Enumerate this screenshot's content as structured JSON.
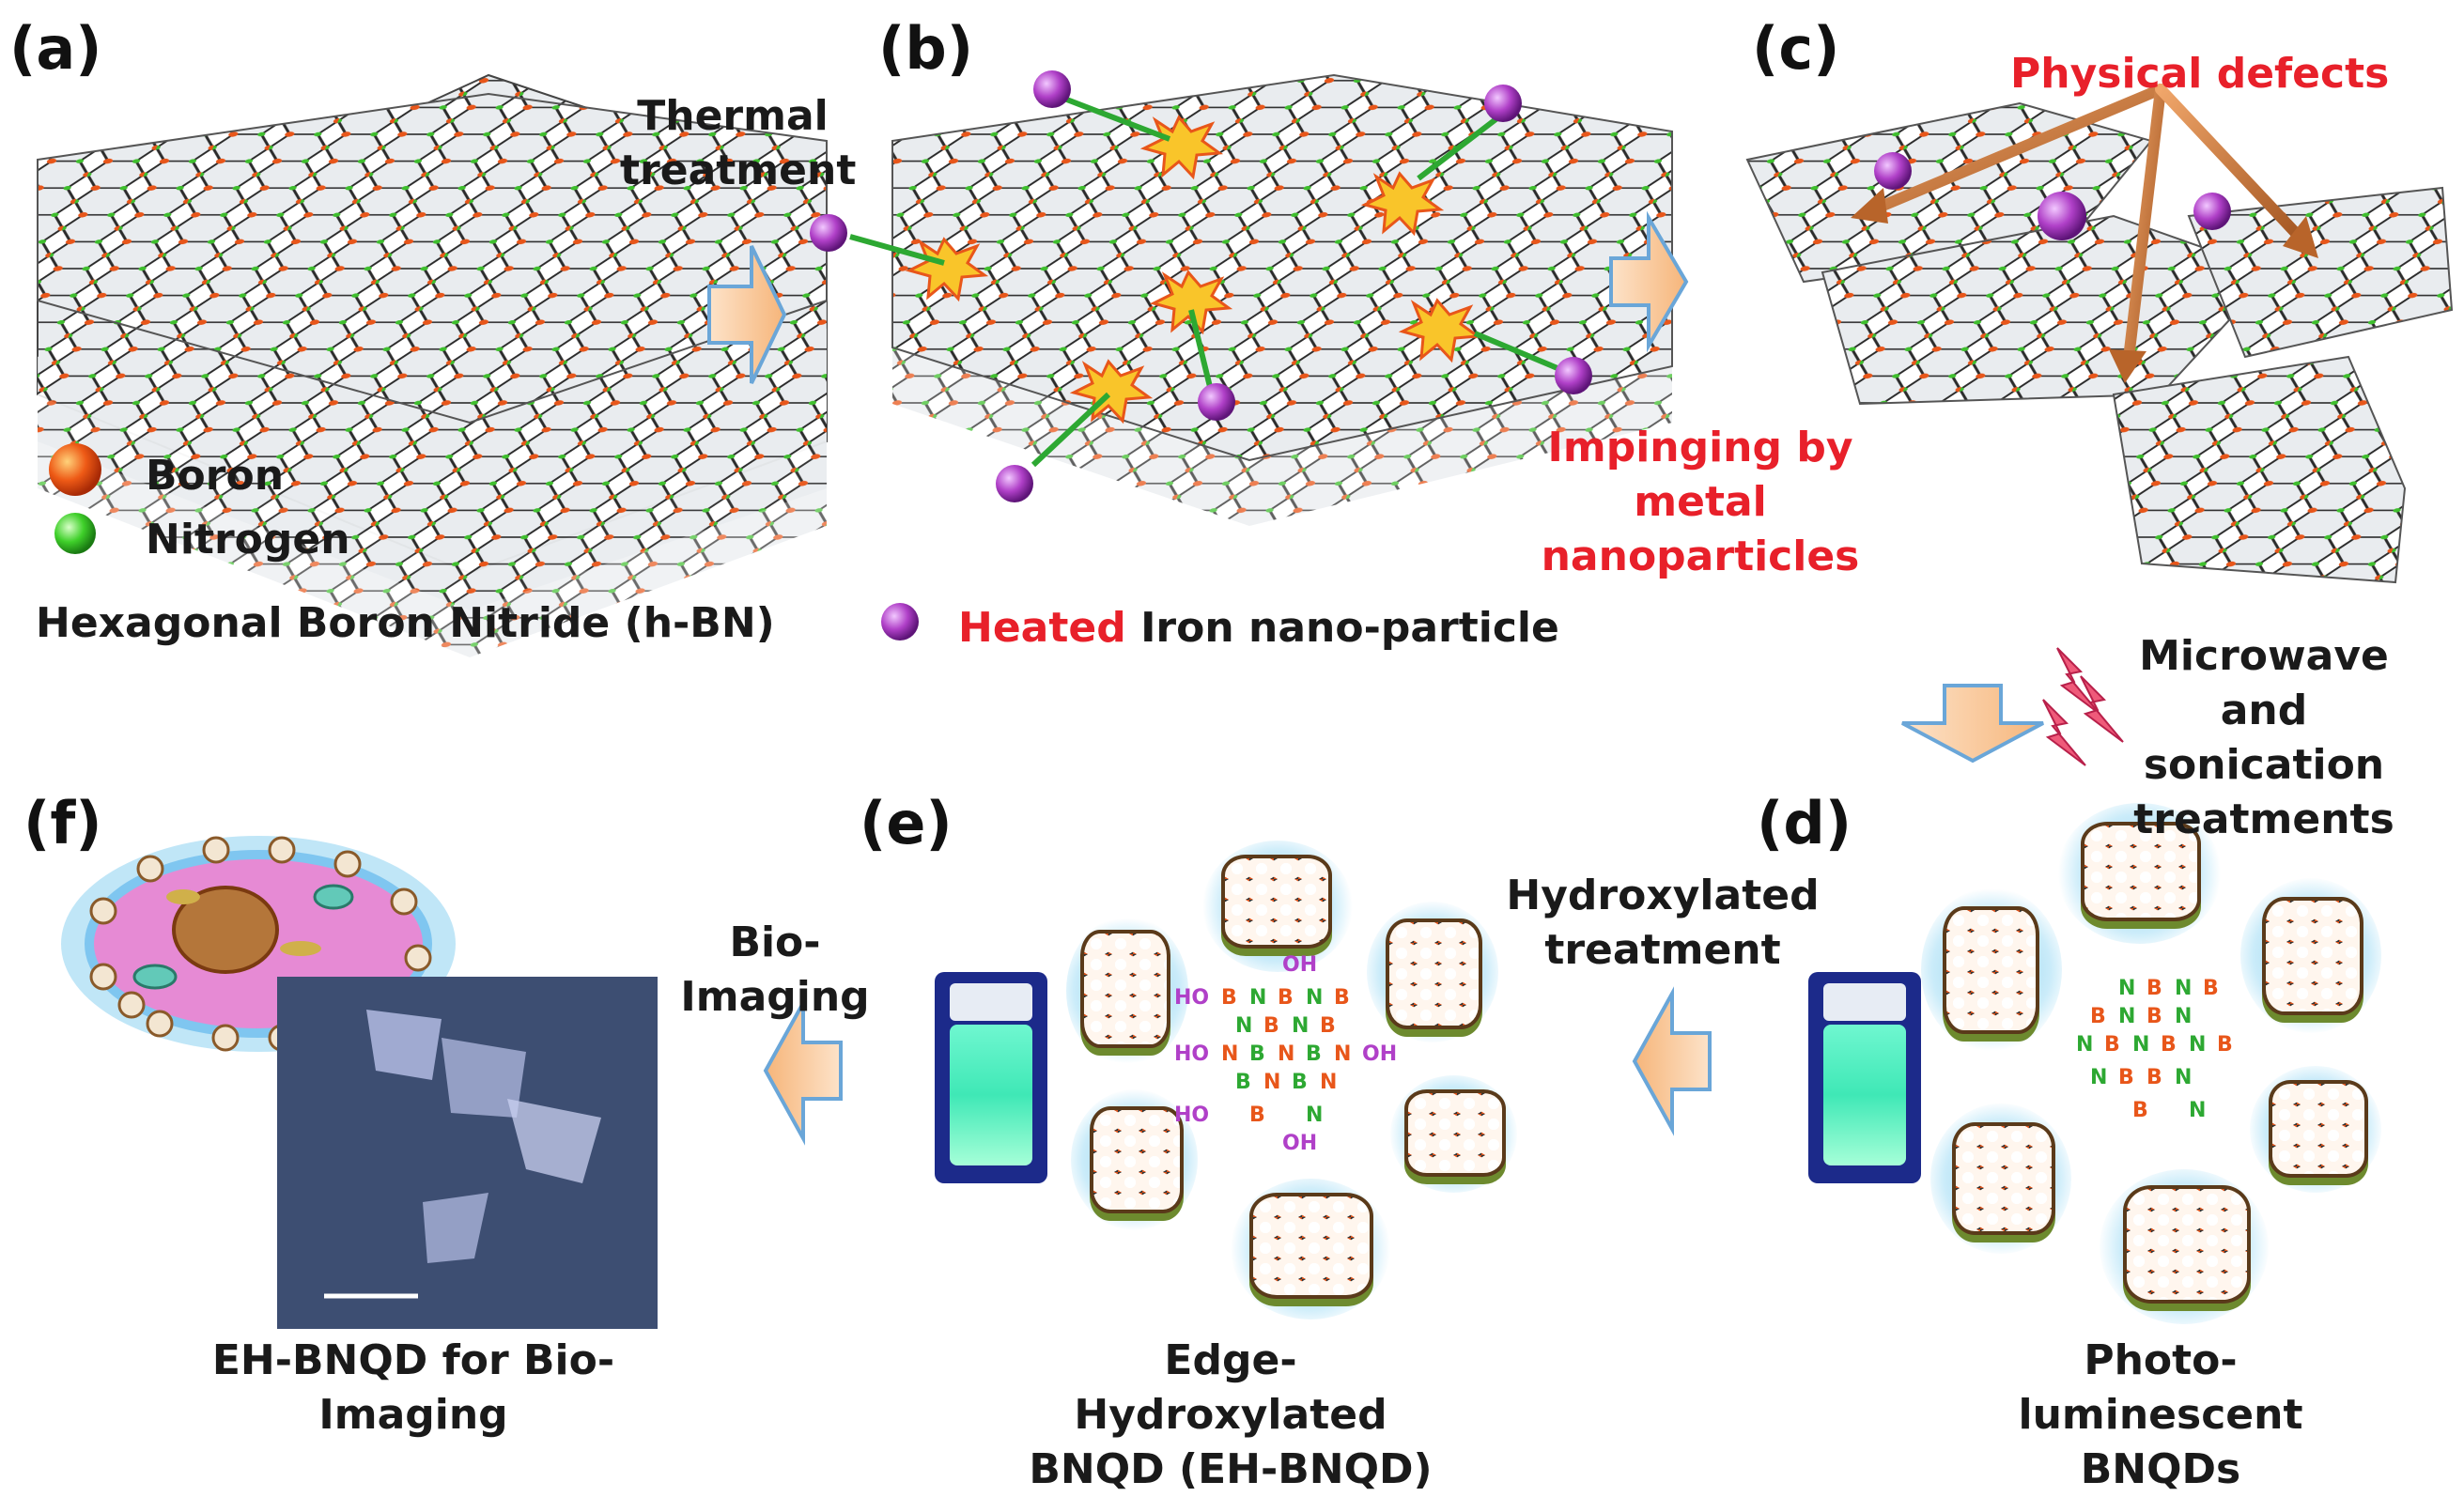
{
  "panels": {
    "a": {
      "label": "(a)",
      "caption": "Hexagonal Boron Nitride (h-BN)",
      "legend_boron": "Boron",
      "legend_nitrogen": "Nitrogen"
    },
    "b": {
      "label": "(b)",
      "legend_heated": "Heated",
      "legend_rest": "Iron nano-particle"
    },
    "c": {
      "label": "(c)",
      "defects": "Physical defects",
      "impinging_line1": "Impinging by metal",
      "impinging_line2": "nanoparticles"
    },
    "d": {
      "label": "(d)",
      "caption_line1": "Photo-luminescent",
      "caption_line2": "BNQDs"
    },
    "e": {
      "label": "(e)",
      "caption_line1": "Edge-Hydroxylated",
      "caption_line2": "BNQD (EH-BNQD)"
    },
    "f": {
      "label": "(f)",
      "caption": "EH-BNQD for Bio-Imaging"
    }
  },
  "arrows": {
    "thermal_line1": "Thermal",
    "thermal_line2": "treatment",
    "microwave_line1": "Microwave and",
    "microwave_line2": "sonication",
    "microwave_line3": "treatments",
    "hydroxylated_line1": "Hydroxylated",
    "hydroxylated_line2": "treatment",
    "bioimaging": "Bio-Imaging"
  },
  "molecule_d": {
    "atoms": [
      "N",
      "B",
      "N",
      "B",
      "B",
      "N",
      "B",
      "N",
      "N",
      "B",
      "N",
      "B",
      "N",
      "B",
      "N",
      "B",
      "B",
      "N",
      "B",
      "N"
    ]
  },
  "molecule_e": {
    "oh": [
      "OH",
      "HO",
      "HO",
      "OH",
      "HO",
      "OH"
    ],
    "atoms": [
      "B",
      "N",
      "B",
      "N",
      "B",
      "N",
      "B",
      "N",
      "B",
      "N",
      "B",
      "N",
      "B",
      "N",
      "B",
      "N",
      "B",
      "N",
      "B",
      "N"
    ]
  },
  "colors": {
    "boron": "#e8561a",
    "nitrogen": "#3fbf2e",
    "iron": "#b040c8",
    "arrow_fill": "#f9c89a",
    "arrow_stroke": "#6aa6d8",
    "red_text": "#e8202a",
    "glow": "#9ed8f0"
  }
}
